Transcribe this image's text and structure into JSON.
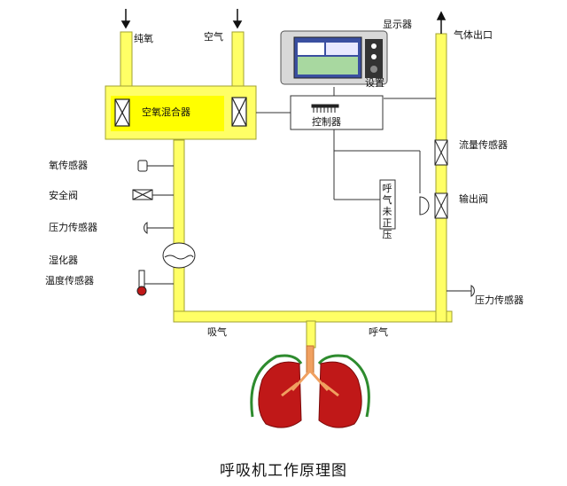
{
  "labels": {
    "oxygen": "纯氧",
    "air": "空气",
    "mixer": "空氧混合器",
    "controller": "控制器",
    "settings": "设置",
    "display": "显示器",
    "gas_outlet": "气体出口",
    "oxygen_sensor": "氧传感器",
    "safety_valve": "安全阀",
    "pressure_sensor_left": "压力传感器",
    "humidifier": "湿化器",
    "temperature_sensor": "温度传感器",
    "flow_sensor": "流量传感器",
    "output_valve": "输出阀",
    "peep": "呼气未正压",
    "pressure_sensor_right": "压力传感器",
    "inhale": "吸气",
    "exhale": "呼气"
  },
  "caption": "呼吸机工作原理图",
  "colors": {
    "tube": "#ffff66",
    "tube_edge": "#a0a030",
    "mixer_highlight": "#ffff00",
    "lung": "#c01818",
    "lung_edge": "#7a0a0a",
    "pleura": "#2e8b2e",
    "trachea": "#f0a060"
  }
}
